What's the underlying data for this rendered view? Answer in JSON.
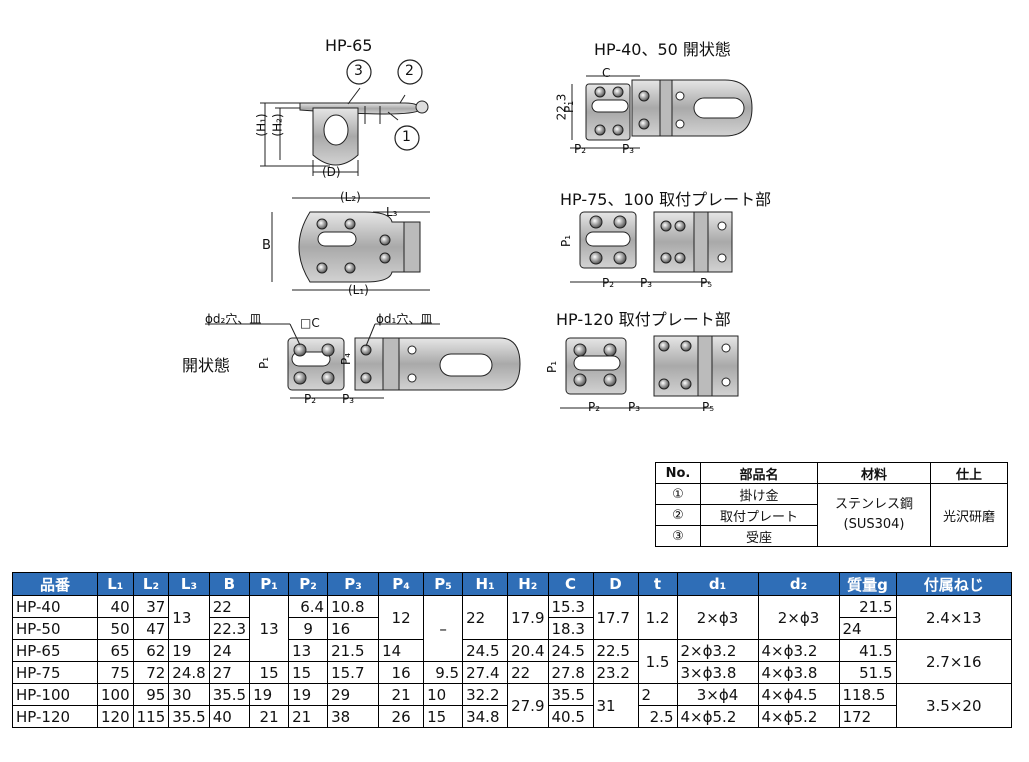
{
  "drawings": {
    "hp65_title": "HP-65",
    "hp40_title": "HP-40、50 開状態",
    "hp75_title": "HP-75、100 取付プレート部",
    "hp120_title": "HP-120 取付プレート部",
    "open_state": "開状態",
    "callouts": [
      "3",
      "2",
      "1"
    ],
    "dims": {
      "h1": "(H₁)",
      "h2": "(H₂)",
      "d": "(D)",
      "l2": "(L₂)",
      "l3": "L₃",
      "l1": "(L₁)",
      "b": "B",
      "c": "C",
      "c_box": "□C",
      "d2_hole": "ϕd₂穴、皿",
      "d1_hole": "ϕd₁穴、皿",
      "v223": "22.3",
      "p1": "P₁",
      "p2": "P₂",
      "p3": "P₃",
      "p4": "P₄",
      "p5": "P₅"
    }
  },
  "parts_table": {
    "headers": [
      "No.",
      "部品名",
      "材料",
      "仕上"
    ],
    "rows": [
      {
        "no": "①",
        "name": "掛け金"
      },
      {
        "no": "②",
        "name": "取付プレート"
      },
      {
        "no": "③",
        "name": "受座"
      }
    ],
    "material": "ステンレス鋼 (SUS304)",
    "finish": "光沢研磨"
  },
  "spec_table": {
    "headers": [
      "品番",
      "L₁",
      "L₂",
      "L₃",
      "B",
      "P₁",
      "P₂",
      "P₃",
      "P₄",
      "P₅",
      "H₁",
      "H₂",
      "C",
      "D",
      "t",
      "d₁",
      "d₂",
      "質量g",
      "付属ねじ"
    ],
    "cells": {
      "r1": [
        "HP-40",
        "40",
        "37",
        "13",
        "22",
        "13",
        "6.4",
        "10.8",
        "12",
        "–",
        "22",
        "17.9",
        "15.3",
        "17.7",
        "1.2",
        "2×ϕ3",
        "2×ϕ3",
        "21.5",
        "2.4×13"
      ],
      "r2": [
        "HP-50",
        "50",
        "47",
        "22.3",
        "9",
        "16",
        "18.3",
        "24"
      ],
      "r3": [
        "HP-65",
        "65",
        "62",
        "19",
        "24",
        "13",
        "21.5",
        "14",
        "24.5",
        "20.4",
        "24.5",
        "22.5",
        "1.5",
        "2×ϕ3.2",
        "4×ϕ3.2",
        "41.5",
        "2.7×16"
      ],
      "r4": [
        "HP-75",
        "75",
        "72",
        "24.8",
        "27",
        "15",
        "15",
        "15.7",
        "16",
        "9.5",
        "27.4",
        "22",
        "27.8",
        "23.2",
        "3×ϕ3.8",
        "4×ϕ3.8",
        "51.5"
      ],
      "r5": [
        "HP-100",
        "100",
        "95",
        "30",
        "35.5",
        "19",
        "19",
        "29",
        "21",
        "10",
        "32.2",
        "27.9",
        "35.5",
        "31",
        "2",
        "3×ϕ4",
        "4×ϕ4.5",
        "118.5",
        "3.5×20"
      ],
      "r6": [
        "HP-120",
        "120",
        "115",
        "35.5",
        "40",
        "21",
        "21",
        "38",
        "26",
        "15",
        "34.8",
        "40.5",
        "2.5",
        "4×ϕ5.2",
        "4×ϕ5.2",
        "172"
      ]
    }
  }
}
